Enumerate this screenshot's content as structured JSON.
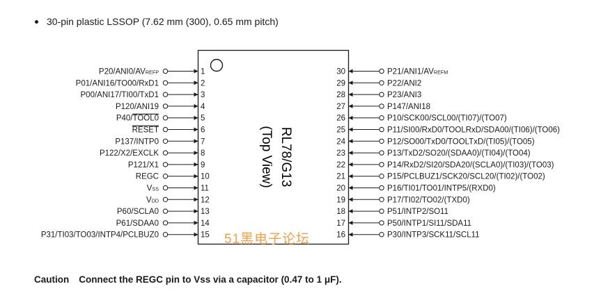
{
  "package_line": "30-pin plastic LSSOP (7.62 mm (300), 0.65 mm pitch)",
  "chip": {
    "part": "RL78/G13",
    "view": "(Top View)"
  },
  "left_pins": [
    {
      "num": "1",
      "label": "P20/ANI0/AV",
      "sub": "REFP",
      "over": ""
    },
    {
      "num": "2",
      "label": "P01/ANI16/TO00/RxD1",
      "sub": "",
      "over": ""
    },
    {
      "num": "3",
      "label": "P00/ANI17/TI00/TxD1",
      "sub": "",
      "over": ""
    },
    {
      "num": "4",
      "label": "P120/ANI19",
      "sub": "",
      "over": ""
    },
    {
      "num": "5",
      "label": "P40/",
      "sub": "",
      "over": "TOOL0"
    },
    {
      "num": "6",
      "label": "",
      "sub": "",
      "over": "RESET"
    },
    {
      "num": "7",
      "label": "P137/INTP0",
      "sub": "",
      "over": ""
    },
    {
      "num": "8",
      "label": "P122/X2/EXCLK",
      "sub": "",
      "over": ""
    },
    {
      "num": "9",
      "label": "P121/X1",
      "sub": "",
      "over": ""
    },
    {
      "num": "10",
      "label": "REGC",
      "sub": "",
      "over": ""
    },
    {
      "num": "11",
      "label": "V",
      "sub": "SS",
      "over": ""
    },
    {
      "num": "12",
      "label": "V",
      "sub": "DD",
      "over": ""
    },
    {
      "num": "13",
      "label": "P60/SCLA0",
      "sub": "",
      "over": ""
    },
    {
      "num": "14",
      "label": "P61/SDAA0",
      "sub": "",
      "over": ""
    },
    {
      "num": "15",
      "label": "P31/TI03/TO03/INTP4/PCLBUZ0",
      "sub": "",
      "over": ""
    }
  ],
  "right_pins": [
    {
      "num": "30",
      "label": "P21/ANI1/AV",
      "sub": "REFM"
    },
    {
      "num": "29",
      "label": "P22/ANI2",
      "sub": ""
    },
    {
      "num": "28",
      "label": "P23/ANI3",
      "sub": ""
    },
    {
      "num": "27",
      "label": "P147/ANI18",
      "sub": ""
    },
    {
      "num": "26",
      "label": "P10/SCK00/SCL00/(TI07)/(TO07)",
      "sub": ""
    },
    {
      "num": "25",
      "label": "P11/SI00/RxD0/TOOLRxD/SDA00/(TI06)/(TO06)",
      "sub": ""
    },
    {
      "num": "24",
      "label": "P12/SO00/TxD0/TOOLTxD/(TI05)/(TO05)",
      "sub": ""
    },
    {
      "num": "23",
      "label": "P13/TxD2/SO20/(SDAA0)/(TI04)/(TO04)",
      "sub": ""
    },
    {
      "num": "22",
      "label": "P14/RxD2/SI20/SDA20/(SCLA0)/(TI03)/(TO03)",
      "sub": ""
    },
    {
      "num": "21",
      "label": "P15/PCLBUZ1/SCK20/SCL20/(TI02)/(TO02)",
      "sub": ""
    },
    {
      "num": "20",
      "label": "P16/TI01/TO01/INTP5/(RXD0)",
      "sub": ""
    },
    {
      "num": "19",
      "label": "P17/TI02/TO02/(TXD0)",
      "sub": ""
    },
    {
      "num": "18",
      "label": "P51/INTP2/SO11",
      "sub": ""
    },
    {
      "num": "17",
      "label": "P50/INTP1/SI11/SDA11",
      "sub": ""
    },
    {
      "num": "16",
      "label": "P30/INTP3/SCK11/SCL11",
      "sub": ""
    }
  ],
  "watermark": "51黑电子论坛",
  "caution": {
    "head": "Caution",
    "text": "Connect the REGC pin to Vss via a capacitor (0.47 to 1 μF)."
  }
}
